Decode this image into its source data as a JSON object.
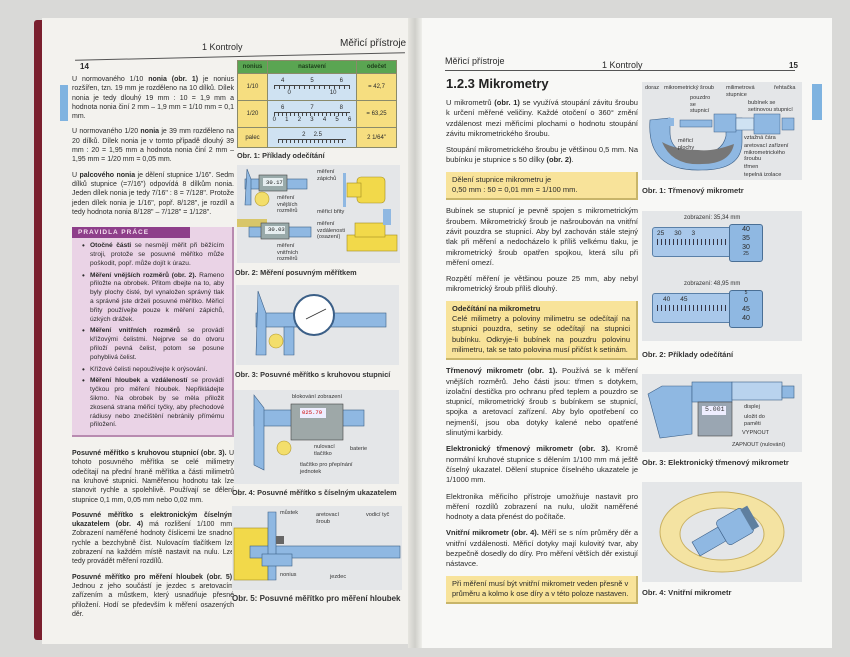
{
  "left_page": {
    "page_number": "14",
    "header_chapter": "1 Kontroly",
    "header_section": "Měřicí přístroje",
    "paragraphs": [
      {
        "a": "U normovaného 1/10 ",
        "b": "nonia (obr. 1)",
        "c": " je nonius rozšířen, tzn. 19 mm je rozděleno na 10 dílků. Dílek nonia je tedy dlouhý 19 mm : 10 = 1,9 mm a hodnota nonia činí 2 mm – 1,9 mm = 1/10 mm = 0,1 mm."
      },
      {
        "a": "U normovaného 1/20 ",
        "b": "nonia",
        "c": " je 39 mm rozděleno na 20 dílků. Dílek nonia je v tomto případě dlouhý 39 mm : 20 = 1,95 mm a hodnota nonia činí 2 mm – 1,95 mm = 1/20 mm = 0,05 mm."
      },
      {
        "a": "U ",
        "b": "palcového nonia",
        "c": " je dělení stupnice 1/16\". Sedm dílků stupnice (=7/16\") odpovídá 8 dílkům nonia. Jeden dílek nonia je tedy 7/16\" : 8 = 7/128\". Protože jeden dílek nonia je 1/16\", popř. 8/128\", je rozdíl a tedy hodnota nonia 8/128\" – 7/128\" = 1/128\"."
      }
    ],
    "rules": {
      "title": "Pravidla práce",
      "items": [
        {
          "b": "Otočné části",
          "c": " se nesmějí měřit při běžícím stroji, protože se posuvné měřítko může poškodit, popř. může dojít k úrazu."
        },
        {
          "b": "Měření vnějších rozměrů (obr. 2).",
          "c": " Rameno přiložte na obrobek. Přitom dbejte na to, aby byly plochy čisté, byl vynaložen správný tlak a správně jste drželi posuvné měřítko. Měřicí břity používejte pouze k měření zápichů, úzkých drážek."
        },
        {
          "b": "Měření vnitřních rozměrů",
          "c": " se provádí křížovými čelistmi. Nejprve se do otvoru přiloží pevná čelist, potom se posune pohyblivá čelist."
        },
        {
          "b": "",
          "c": "Křížové čelisti nepoužívejte k orýsování."
        },
        {
          "b": "Měření hloubek a vzdáleností",
          "c": " se provádí tyčkou pro měření hloubek. Nepřikládejte šikmo. Na obrobek by se měla přiložit zkosená strana měřicí tyčky, aby přechodové rádiusy nebo znečištění nebránily přímému přiložení."
        }
      ]
    },
    "paragraphs2": [
      {
        "b": "Posuvné měřítko s kruhovou stupnicí (obr. 3).",
        "c": " U tohoto posuvného měřítka se celé milimetry odečítají na přední hraně měřítka a části milimetrů na kruhové stupnici. Naměřenou hodnotu tak lze stanovit rychle a spolehlivě. Používají se dělení stupnice 0,1 mm, 0,05 mm nebo 0,02 mm."
      },
      {
        "b": "Posuvné měřítko s elektronickým číselným ukazatelem (obr. 4)",
        "c": " má rozlišení 1/100 mm. Zobrazení naměřené hodnoty číslicemi lze snadno, rychle a bezchybně číst. Nulovacím tlačítkem lze zobrazení na každém místě nastavit na nulu. Lze tedy provádět měření rozdílů."
      },
      {
        "b": "Posuvné měřítko pro měření hloubek (obr. 5).",
        "c": " Jednou z jeho součástí je jezdec s aretovacím zařízením a můstkem, který usnadňuje přesné přiložení. Hodí se především k měření osazených děr."
      }
    ],
    "fig1": {
      "headers": [
        "nonius",
        "nastavení",
        "odečet"
      ],
      "rows": [
        {
          "nonius": "1/10",
          "scale_top": [
            "4",
            "5",
            "6"
          ],
          "scale_bottom": [
            "0",
            "10"
          ],
          "reading": "= 42,7"
        },
        {
          "nonius": "1/20",
          "scale_top": [
            "6",
            "7",
            "8"
          ],
          "scale_bottom": [
            "0",
            "1",
            "2",
            "3",
            "4",
            "5",
            "6"
          ],
          "reading": "= 63,25"
        },
        {
          "nonius": "palec",
          "scale_top": [
            "2",
            "2.5"
          ],
          "scale_bottom": [],
          "reading": "2 1/64\""
        }
      ],
      "caption": "Obr. 1: Příklady odečítání"
    },
    "fig2": {
      "labels": [
        "měření vnějších rozměrů",
        "měření zápichů",
        "měřicí břity",
        "měření vzdálenosti (osazení)",
        "měření vnitřních rozměrů"
      ],
      "display1": "30.17",
      "display2": "30.03",
      "caption": "Obr. 2: Měření posuvným měřítkem"
    },
    "fig3": {
      "caption": "Obr. 3: Posuvné měřítko s kruhovou stupnicí"
    },
    "fig4": {
      "labels": [
        "blokování zobrazení",
        "nulovací tlačítko",
        "baterie",
        "tlačítko pro přepínání jednotek"
      ],
      "display": "025.79",
      "caption": "Obr. 4: Posuvné měřítko s číselným ukazatelem"
    },
    "fig5": {
      "labels": [
        "můstek",
        "aretovací šroub",
        "vodicí tyč",
        "nonius",
        "jezdec"
      ],
      "caption": "Obr. 5: Posuvné měřítko pro měření hloubek"
    }
  },
  "right_page": {
    "page_number": "15",
    "header_section": "Měřicí přístroje",
    "header_chapter": "1 Kontroly",
    "heading": "1.2.3  Mikrometry",
    "p1": {
      "a": "U mikrometrů ",
      "b": "(obr. 1)",
      "c": " se využívá stoupání závitu šroubu k určení měřené veličiny. Každé otočení o 360° změní vzdálenost mezi měřicími plochami o hodnotu stoupání závitu mikrometrického šroubu."
    },
    "p2": {
      "a": "Stoupání mikrometrického šroubu je většinou 0,5 mm. Na bubínku je stupnice s 50 dílky ",
      "b": "(obr. 2)",
      "c": "."
    },
    "box1": {
      "line1": "Dělení stupnice mikrometru je",
      "line2": "0,50 mm : 50 = 0,01 mm = 1/100 mm."
    },
    "p3": "Bubínek se stupnicí je pevně spojen s mikrometrickým šroubem. Mikrometrický šroub je našroubován na vnitřní závit pouzdra se stupnicí. Aby byl zachován stále stejný tlak při měření a nedocházelo k příliš velkému tlaku, je mikrometrický šroub opatřen spojkou, která sílu při měření omezí.",
    "p4": "Rozpětí měření je většinou pouze 25 mm, aby nebyl mikrometrický šroub příliš dlouhý.",
    "box2": {
      "title": "Odečítání na mikrometru",
      "text": "Celé milimetry a poloviny milimetru se odečítají na stupnici pouzdra, setiny se odečítají na stupnici bubínku. Odkryje-li bubínek na pouzdru polovinu milimetru, tak se tato polovina musí přičíst k setinám."
    },
    "p5": {
      "b": "Třmenový mikrometr (obr. 1).",
      "c": " Používá se k měření vnějších rozměrů. Jeho části jsou: třmen s dotykem, izolační destička pro ochranu před teplem a pouzdro se stupnicí, mikrometrický šroub s bubínkem se stupnicí, spojka a aretovací zařízení. Aby bylo opotřebení co nejmenší, jsou oba dotyky kalené nebo opatřené slinutými karbidy."
    },
    "p6": {
      "b": "Elektronický třmenový mikrometr (obr. 3).",
      "c": " Kromě normální kruhové stupnice s dělením 1/100 mm má ještě číselný ukazatel. Dělení stupnice číselného ukazatele je 1/1000 mm."
    },
    "p7": "Elektronika měřicího přístroje umožňuje nastavit pro měření rozdílů zobrazení na nulu, uložit naměřené hodnoty a data přenést do počítače.",
    "p8": {
      "b": "Vnitřní mikrometr (obr. 4).",
      "c": " Měří se s ním průměry děr a vnitřní vzdálenosti. Měřicí dotyky mají kulovitý tvar, aby bezpečně dosedly do díry. Pro měření větších děr existují nástavce."
    },
    "box3": "Při měření musí být vnitřní mikrometr veden přesně v průměru a kolmo k ose díry a v této poloze nastaven.",
    "fig1": {
      "labels": [
        "doraz",
        "mikrometrický šroub",
        "milimetrová stupnice",
        "řehtačka",
        "pouzdro se stupnicí",
        "bubínek se setinovou stupnicí",
        "měřicí plochy",
        "vztažná čára",
        "aretovací zařízení mikrometrického šroubu",
        "třmen",
        "tepelná izolace"
      ],
      "caption": "Obr. 1: Třmenový mikrometr"
    },
    "fig2": {
      "reading1": "zobrazení: 35,34 mm",
      "sleeve1": [
        "25",
        "30",
        "3"
      ],
      "thimble1": [
        "40",
        "35",
        "30",
        "25"
      ],
      "reading2": "zobrazení: 48,95 mm",
      "sleeve2": [
        "40",
        "45"
      ],
      "thimble2": [
        "5",
        "0",
        "45",
        "40"
      ],
      "caption": "Obr. 2: Příklady odečítání"
    },
    "fig3": {
      "display": "5.001",
      "labels": [
        "displej",
        "uložit do paměti",
        "VYPNOUT",
        "ZAPNOUT (nulování)"
      ],
      "caption": "Obr. 3: Elektronický třmenový mikrometr"
    },
    "fig4": {
      "caption": "Obr. 4: Vnitřní mikrometr"
    }
  },
  "colors": {
    "green_header": "#5aa552",
    "yellow_box": "#f8e39a",
    "pink_box": "#ead3e6",
    "blue_tab": "#7fb3e0",
    "binding": "#7a1f2e"
  }
}
